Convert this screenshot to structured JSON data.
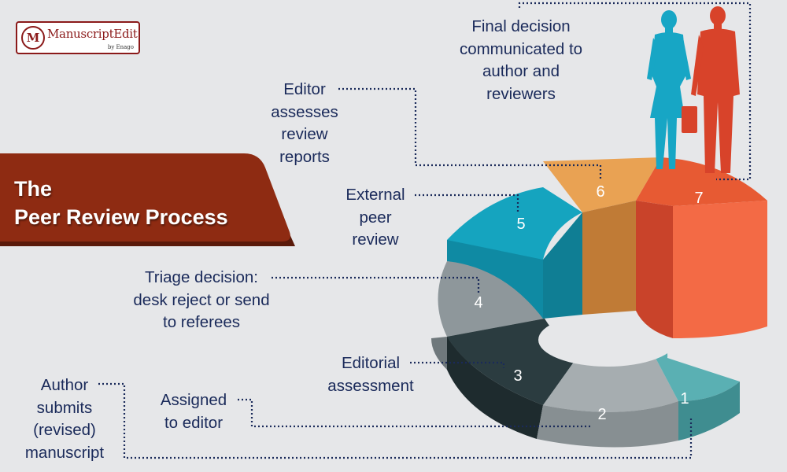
{
  "logo": {
    "mark": "M",
    "name": "ManuscriptEdit",
    "by": "by Enago"
  },
  "banner": {
    "line1": "The",
    "line2": "Peer Review Process"
  },
  "steps": [
    {
      "number": "1",
      "label": [
        "Author",
        "submits",
        "(revised)",
        "manuscript"
      ]
    },
    {
      "number": "2",
      "label": [
        "Assigned",
        "to editor"
      ]
    },
    {
      "number": "3",
      "label": [
        "Editorial",
        "assessment"
      ]
    },
    {
      "number": "4",
      "label": [
        "Triage decision:",
        "desk reject or send",
        "to referees"
      ]
    },
    {
      "number": "5",
      "label": [
        "External",
        "peer",
        "review"
      ]
    },
    {
      "number": "6",
      "label": [
        "Editor",
        "assesses",
        "review",
        "reports"
      ]
    },
    {
      "number": "7",
      "label": [
        "Final decision",
        "communicated to",
        "author and",
        "reviewers"
      ]
    }
  ],
  "colors": {
    "banner": "#8e2b12",
    "label_text": "#1a2a5a",
    "seg1": "#5ab0b3",
    "seg2": "#a6adb0",
    "seg3": "#2b3c40",
    "seg4": "#8e979b",
    "seg5": "#15a4bf",
    "seg6": "#e9a253",
    "seg7": "#e75a33",
    "woman": "#17a6c5",
    "man": "#d8432a"
  }
}
